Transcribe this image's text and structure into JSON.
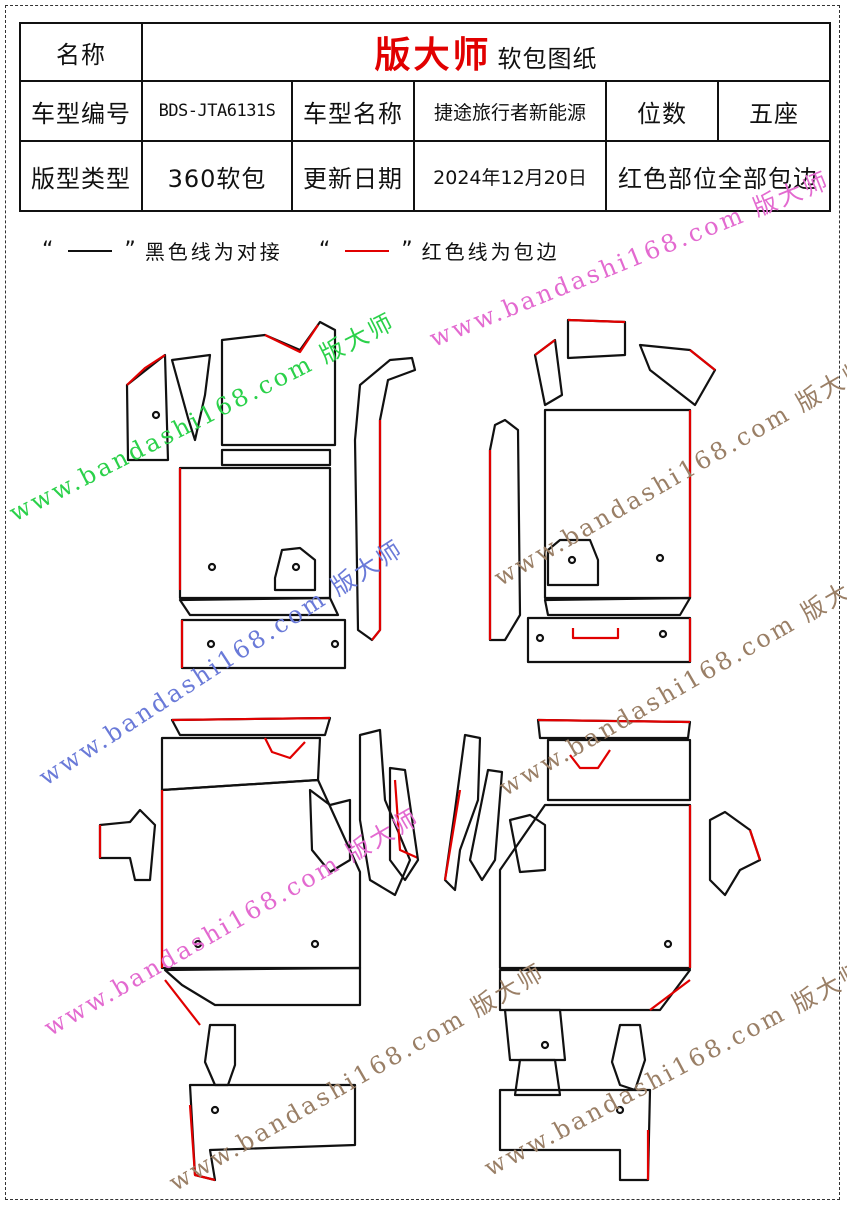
{
  "header": {
    "label_name": "名称",
    "brand": "版大师",
    "subtitle": "软包图纸",
    "label_model_code": "车型编号",
    "model_code": "BDS-JTA6131S",
    "label_model_name": "车型名称",
    "model_name": "捷途旅行者新能源",
    "label_seats": "位数",
    "seats": "五座",
    "label_pattern_type": "版型类型",
    "pattern_type": "360软包",
    "label_update_date": "更新日期",
    "update_date": "2024年12月20日",
    "note": "红色部位全部包边"
  },
  "legend": {
    "open_quote": "“",
    "close_quote": "”",
    "black_text": "黑色线为对接",
    "red_text": "红色线为包边"
  },
  "watermark": {
    "text": "www.bandashi168.com 版大师"
  },
  "colors": {
    "black_line": "#111111",
    "red_line": "#e10000",
    "watermark_green": "#2bd14a",
    "watermark_pink": "#e36ad0",
    "watermark_brown": "#9a7f66",
    "watermark_blue": "#6a7ad8"
  }
}
